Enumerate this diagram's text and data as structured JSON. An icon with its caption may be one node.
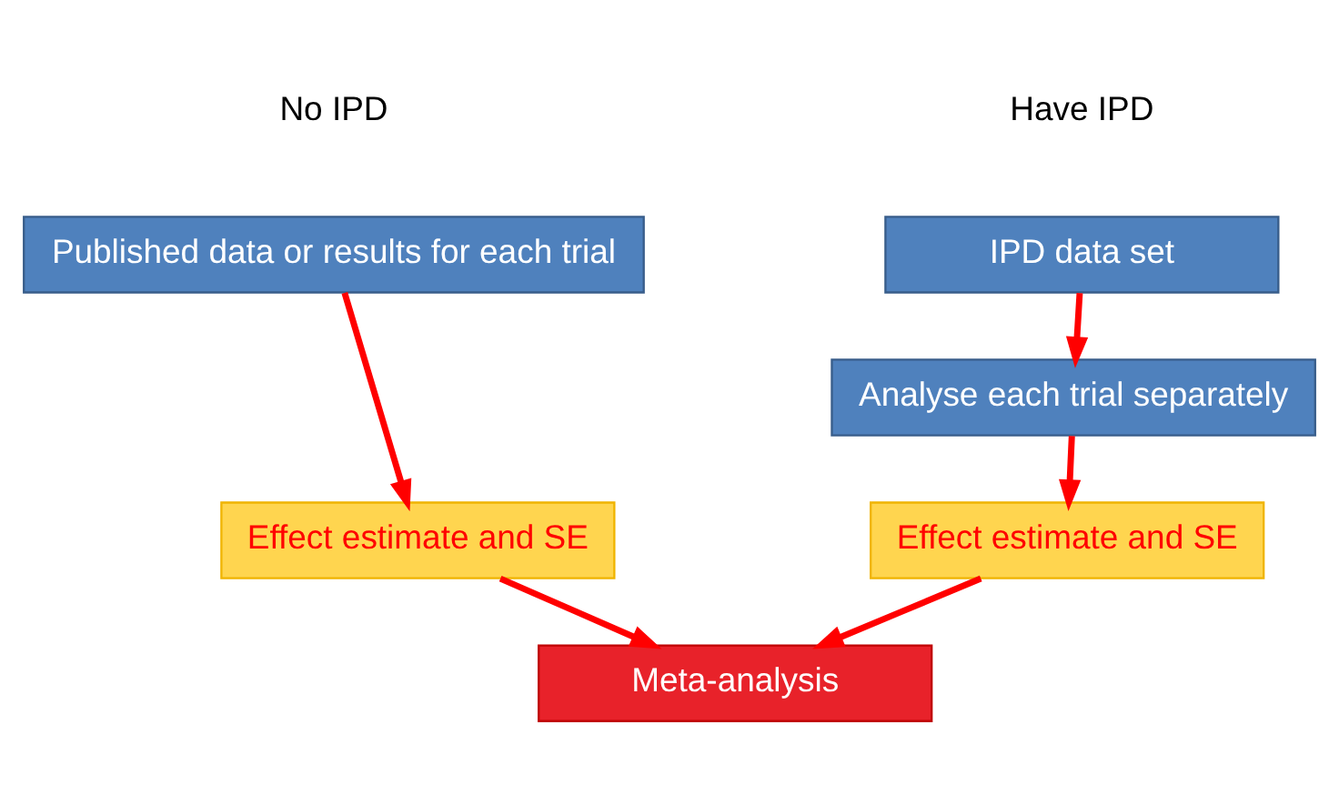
{
  "diagram": {
    "nodes": [
      {
        "text": [
          "IPD data set"
        ]
      },
      {
        "text": [
          "Analyse each trial separately"
        ]
      },
      {
        "text": [
          "Effect estimate and SE"
        ]
      },
      {
        "text": [
          "Published data or results for each trial"
        ]
      },
      {
        "text": [
          "Effect estimate and SE"
        ]
      },
      {
        "text": [
          "Meta-analysis"
        ]
      }
    ],
    "edges": [
      {
        "from": 0,
        "to": 1,
        "arrow": "to"
      },
      {
        "from": 1,
        "to": 2,
        "arrow": "to"
      },
      {
        "from": 3,
        "to": 4,
        "arrow": "to"
      },
      {
        "from": 2,
        "to": 5,
        "arrow": "to"
      },
      {
        "from": 4,
        "to": 5,
        "arrow": "to"
      }
    ],
    "labels": [
      "Have IPD",
      "No IPD"
    ]
  }
}
